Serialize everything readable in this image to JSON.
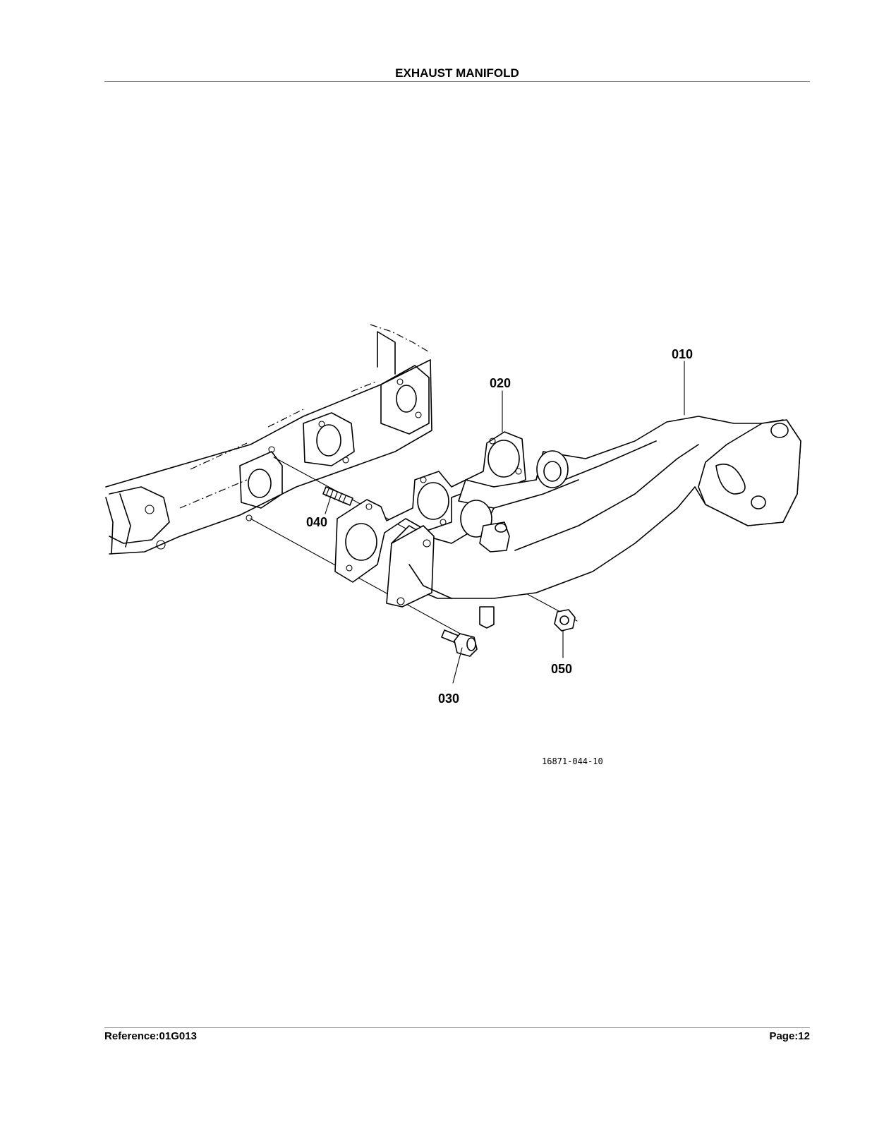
{
  "header": {
    "title": "EXHAUST MANIFOLD"
  },
  "callouts": {
    "p010": "010",
    "p020": "020",
    "p030": "030",
    "p040": "040",
    "p050": "050"
  },
  "drawing_number": "16871-044-10",
  "footer": {
    "reference": "Reference:01G013",
    "page": "Page:12"
  }
}
